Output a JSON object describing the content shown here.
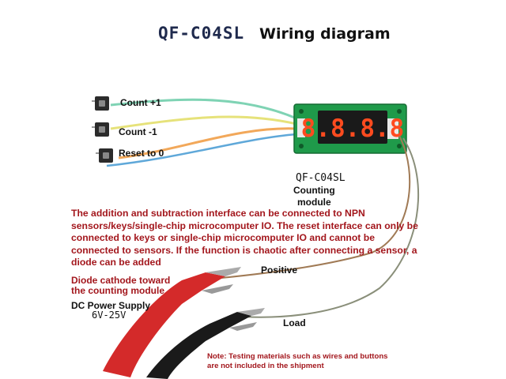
{
  "title": {
    "model": "QF-C04SL",
    "rest": "Wiring diagram"
  },
  "buttons": [
    {
      "label": "Count +1",
      "wire_color": "#7fd3b4"
    },
    {
      "label": "Count -1",
      "wire_color": "#e6e27a"
    },
    {
      "label": "Reset to 0",
      "wire_color": "#f2a85a"
    }
  ],
  "module": {
    "display": "8.8.8.8",
    "model_label": "QF-C04SL",
    "caption": [
      "Counting",
      "module"
    ],
    "board_color": "#1f9a4a",
    "digit_color": "#ff4b1f"
  },
  "interface_note": "The addition and subtraction interface can be connected to NPN sensors/keys/single-chip microcomputer IO. The reset interface can only be connected to keys or single-chip microcomputer IO and cannot be connected to sensors. If the function is chaotic after connecting a sensor, a diode can be added",
  "diode_note": [
    "Diode cathode toward",
    "the counting module"
  ],
  "power": {
    "label": "DC Power Supply",
    "range": "6V-25V"
  },
  "terminals": {
    "positive": "Positive",
    "load": "Load"
  },
  "shipping_note": "Note: Testing materials such as wires and buttons are not included in the shipment",
  "colors": {
    "title": "#1f2a4d",
    "warning": "#a3171d",
    "clip_red": "#d42a2a",
    "clip_black": "#1a1a1a"
  }
}
